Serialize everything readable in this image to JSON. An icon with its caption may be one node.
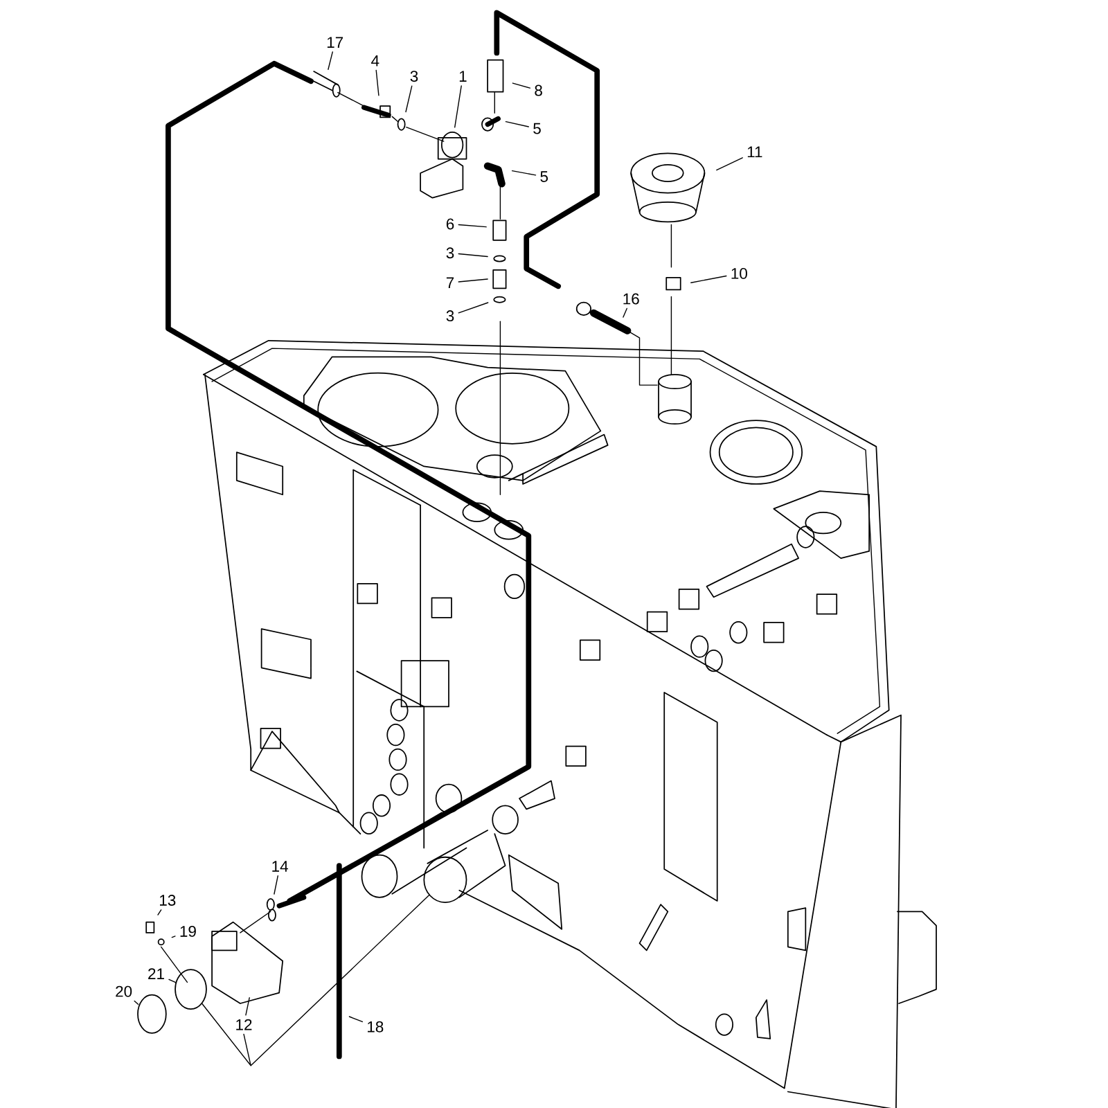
{
  "diagram": {
    "nodes": [
      {
        "text": [
          "17"
        ]
      },
      {
        "text": [
          "4"
        ]
      },
      {
        "text": [
          "3"
        ]
      },
      {
        "text": [
          "1"
        ]
      },
      {
        "text": [
          "8"
        ]
      },
      {
        "text": [
          "5"
        ]
      },
      {
        "text": [
          "11"
        ]
      },
      {
        "text": [
          "5"
        ]
      },
      {
        "text": [
          "6"
        ]
      },
      {
        "text": [
          "3"
        ]
      },
      {
        "text": [
          "10"
        ]
      },
      {
        "text": [
          "7"
        ]
      },
      {
        "text": [
          "16"
        ]
      },
      {
        "text": [
          "3"
        ]
      },
      {
        "text": [
          "14"
        ]
      },
      {
        "text": [
          "13"
        ]
      },
      {
        "text": [
          "19"
        ]
      },
      {
        "text": [
          "21"
        ]
      },
      {
        "text": [
          "20"
        ]
      },
      {
        "text": [
          "12"
        ]
      },
      {
        "text": [
          "18"
        ]
      },
      {
        "text": [],
        "shape": "circle"
      },
      {
        "text": [],
        "shape": "circle"
      }
    ],
    "edges": [
      {
        "from": 0,
        "to": null,
        "arrow": "none"
      },
      {
        "from": 1,
        "to": null,
        "arrow": "none"
      },
      {
        "from": 2,
        "to": null,
        "arrow": "none"
      },
      {
        "from": 3,
        "to": null,
        "arrow": "none"
      },
      {
        "from": 4,
        "to": null,
        "arrow": "none"
      },
      {
        "from": 5,
        "to": null,
        "arrow": "none"
      },
      {
        "from": 6,
        "to": null,
        "arrow": "none"
      },
      {
        "from": 7,
        "to": null,
        "arrow": "none"
      },
      {
        "from": 8,
        "to": null,
        "arrow": "none"
      },
      {
        "from": 9,
        "to": null,
        "arrow": "none"
      },
      {
        "from": 10,
        "to": null,
        "arrow": "none"
      },
      {
        "from": 11,
        "to": null,
        "arrow": "none"
      },
      {
        "from": 12,
        "to": null,
        "arrow": "none"
      },
      {
        "from": 13,
        "to": null,
        "arrow": "none"
      },
      {
        "from": 14,
        "to": null,
        "arrow": "none"
      },
      {
        "from": 15,
        "to": null,
        "arrow": "none"
      },
      {
        "from": 16,
        "to": null,
        "arrow": "none"
      },
      {
        "from": 17,
        "to": 21,
        "arrow": "none"
      },
      {
        "from": 18,
        "to": null,
        "arrow": "none"
      },
      {
        "from": 19,
        "to": null,
        "arrow": "none"
      },
      {
        "from": 20,
        "to": null,
        "arrow": "none"
      },
      {
        "from": 19,
        "to": 21,
        "arrow": "none"
      },
      {
        "from": 19,
        "to": 22,
        "arrow": "none"
      }
    ]
  }
}
